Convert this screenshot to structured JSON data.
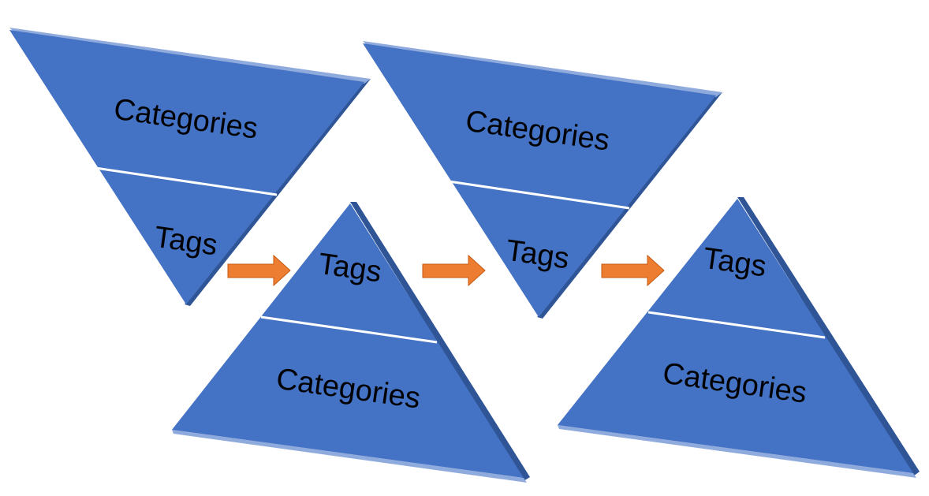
{
  "pyramids": [
    {
      "orientation": "inverted",
      "top_label": "Categories",
      "bottom_label": "Tags"
    },
    {
      "orientation": "upright",
      "top_label": "Tags",
      "bottom_label": "Categories"
    },
    {
      "orientation": "inverted",
      "top_label": "Categories",
      "bottom_label": "Tags"
    },
    {
      "orientation": "upright",
      "top_label": "Tags",
      "bottom_label": "Categories"
    }
  ],
  "arrows": [
    {
      "from": 1,
      "to": 2
    },
    {
      "from": 2,
      "to": 3
    },
    {
      "from": 3,
      "to": 4
    }
  ],
  "colors": {
    "pyramid_fill": "#4472c4",
    "pyramid_side": "#2f5597",
    "divider": "#ffffff",
    "arrow": "#ed7d31"
  }
}
